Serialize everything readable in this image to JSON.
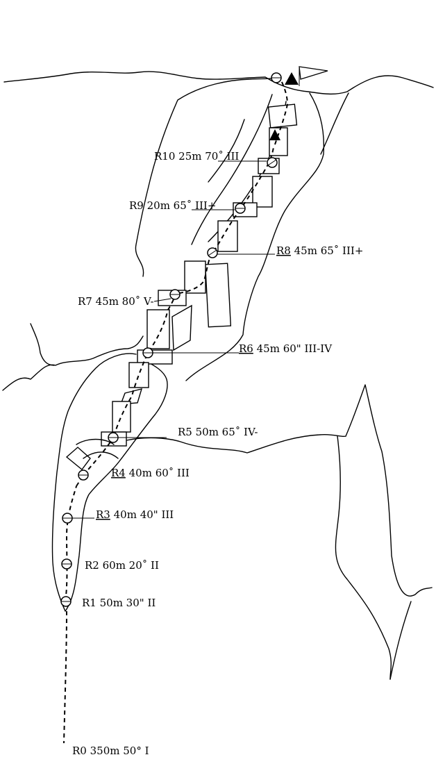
{
  "pitches": [
    {
      "id": "R0",
      "label": "R0 350m 50° I"
    },
    {
      "id": "R1",
      "label": "R1 50m 30\" II"
    },
    {
      "id": "R2",
      "label": "R2 60m 20˚ II"
    },
    {
      "id": "R3",
      "label_id": "R3",
      "label_rest": " 40m 40\" III"
    },
    {
      "id": "R4",
      "label_id": "R4",
      "label_rest": " 40m 60˚ III"
    },
    {
      "id": "R5",
      "label": "R5 50m 65˚ IV-"
    },
    {
      "id": "R6",
      "label_id": "R6",
      "label_rest": " 45m 60\" III-IV"
    },
    {
      "id": "R7",
      "label": "R7 45m 80˚ V-"
    },
    {
      "id": "R8",
      "label_id": "R8",
      "label_rest": " 45m 65˚ III+"
    },
    {
      "id": "R9",
      "label": "R9 20m 65˚ III+"
    },
    {
      "id": "R10",
      "label": "R10 25m 70˚ III"
    }
  ],
  "icons": {
    "belay": "belay-station-icon",
    "summit": "summit-triangle-icon",
    "flag": "summit-flag-icon"
  },
  "colors": {
    "ink": "#000000",
    "paper": "#ffffff"
  }
}
